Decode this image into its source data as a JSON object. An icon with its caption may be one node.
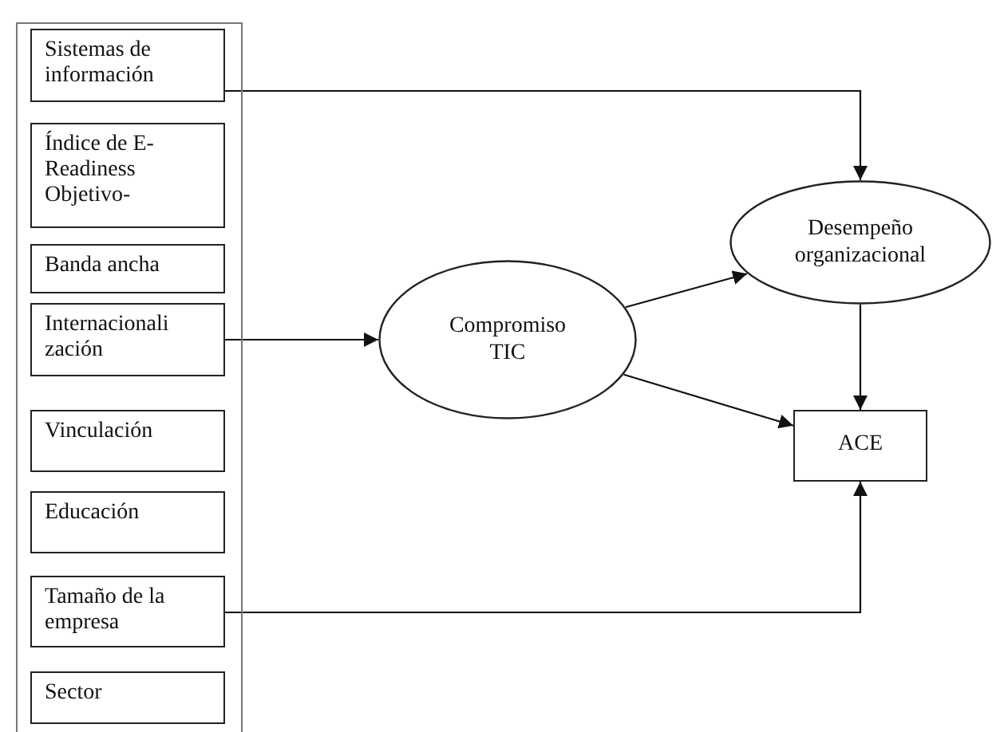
{
  "diagram": {
    "nodes": [
      {
        "text": [],
        "shape": "box"
      },
      {
        "text": [
          "Sistemas de información"
        ],
        "in": 0
      },
      {
        "text": [
          "Índice de E- Readiness Objetivo-"
        ],
        "in": 0
      },
      {
        "text": [
          "Banda ancha"
        ],
        "in": 0
      },
      {
        "text": [
          "Internacionali zación"
        ],
        "in": 0
      },
      {
        "text": [
          "Vinculación"
        ],
        "in": 0
      },
      {
        "text": [
          "Educación"
        ],
        "in": 0
      },
      {
        "text": [
          "Tamaño de la empresa"
        ],
        "in": 0
      },
      {
        "text": [
          "Sector"
        ],
        "in": 0
      },
      {
        "text": [
          "Compromiso TIC"
        ]
      },
      {
        "text": [
          "Desempeño organizacional"
        ]
      },
      {
        "text": [
          "ACE"
        ]
      }
    ],
    "edges": [
      {
        "from": 1,
        "to": 10,
        "arrow": "to"
      },
      {
        "from": 4,
        "to": 9,
        "arrow": "to"
      },
      {
        "from": 9,
        "to": 10,
        "arrow": "to"
      },
      {
        "from": 9,
        "to": 11,
        "arrow": "to"
      },
      {
        "from": 10,
        "to": 11,
        "arrow": "to"
      },
      {
        "from": 7,
        "to": 11,
        "arrow": "to"
      }
    ]
  }
}
